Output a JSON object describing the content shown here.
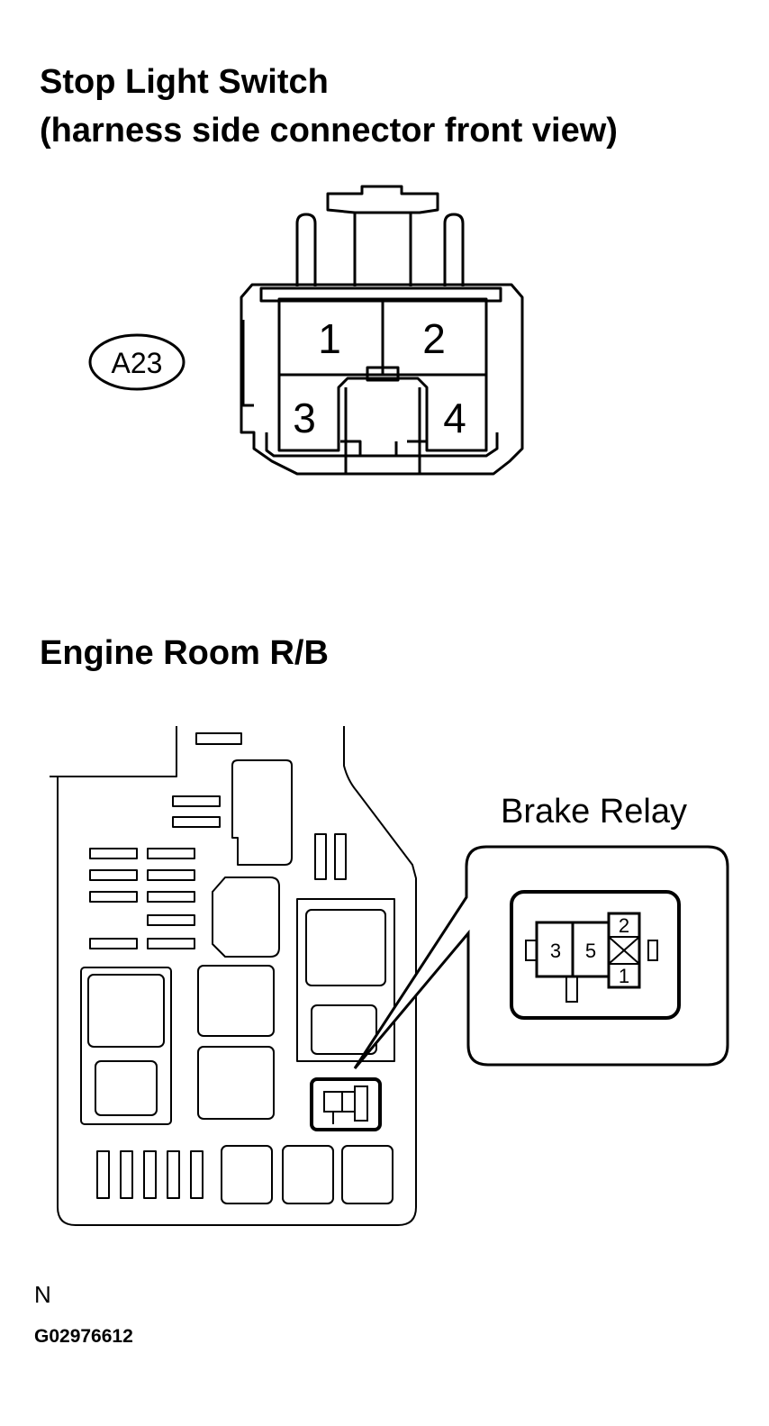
{
  "stop_light": {
    "title_line1": "Stop Light Switch",
    "title_line2": "(harness side connector front view)",
    "connector_id": "A23",
    "pins": [
      "1",
      "2",
      "3",
      "4"
    ]
  },
  "engine_room": {
    "title": "Engine Room R/B",
    "relay_label": "Brake Relay",
    "relay_pins": [
      "3",
      "5",
      "2",
      "1"
    ]
  },
  "footer": {
    "orientation_mark": "N",
    "figure_code": "G02976612"
  }
}
